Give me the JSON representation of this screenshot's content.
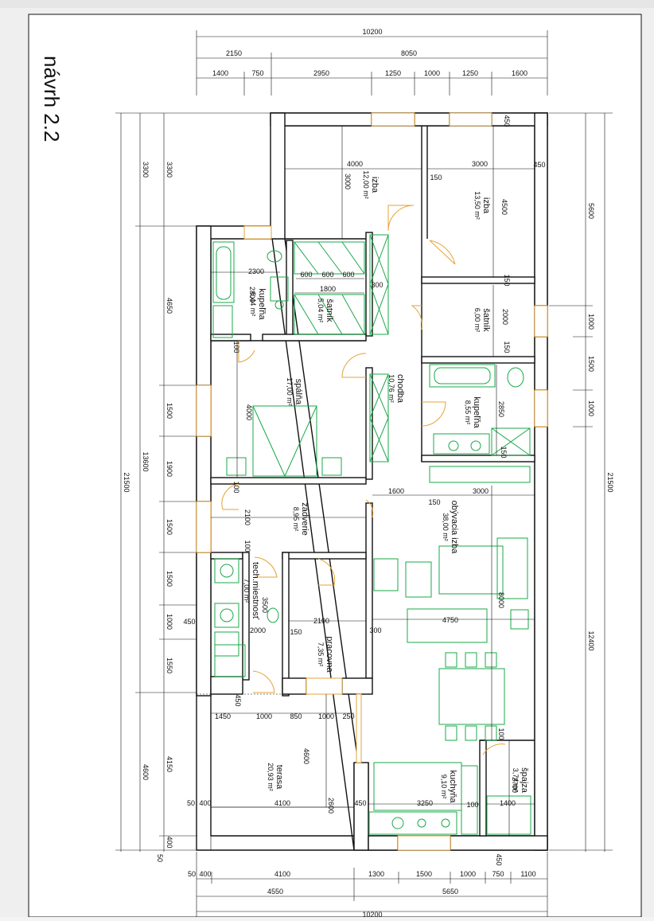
{
  "title": "návrh 2.2",
  "rooms": [
    {
      "name": "izba",
      "area": "12,00 m²"
    },
    {
      "name": "izba",
      "area": "13,50 m²"
    },
    {
      "name": "kupeľňa",
      "area": "6,44 m²"
    },
    {
      "name": "šatník",
      "area": "5,04 m²"
    },
    {
      "name": "šatník",
      "area": "6,00 m²"
    },
    {
      "name": "chodba",
      "area": "10,76 m²"
    },
    {
      "name": "kupeľňa",
      "area": "8,55 m²"
    },
    {
      "name": "spálňa",
      "area": "17,00 m²"
    },
    {
      "name": "zádverie",
      "area": "8,95 m²"
    },
    {
      "name": "obývacia izba",
      "area": "38,00 m²"
    },
    {
      "name": "tech.miestnosť",
      "area": "7,00 m²"
    },
    {
      "name": "pracovna",
      "area": "7,35 m²"
    },
    {
      "name": "terasa",
      "area": "20,93 m²"
    },
    {
      "name": "kuchyňa",
      "area": "9,10 m²"
    },
    {
      "name": "špajza",
      "area": "3,74 m²"
    }
  ],
  "dims": {
    "top_total": "10200",
    "top_row2": [
      "2150",
      "8050"
    ],
    "top_row3": [
      "1400",
      "750",
      "2950",
      "1250",
      "1000",
      "1250",
      "1600"
    ],
    "bottom_row1": [
      "50",
      "400",
      "4100",
      "1300",
      "1500",
      "1000",
      "750",
      "1100"
    ],
    "bottom_row2": [
      "4550",
      "5650"
    ],
    "bottom_total": "10200",
    "left_total": "21500",
    "left_mid": [
      "3300",
      "13600",
      "4600"
    ],
    "left_inner": [
      "3300",
      "4650",
      "1500",
      "1900",
      "1500",
      "1500",
      "1000",
      "1550",
      "4150",
      "400",
      "50"
    ],
    "right_total": "21500",
    "right_mid": [
      "5600",
      "12400"
    ],
    "right_inner": [
      "1000",
      "1500",
      "1000"
    ],
    "interior": {
      "izba1_w": "4000",
      "izba1_h": "3000",
      "izba2_w": "3000",
      "izba2_h": "4500",
      "d450a": "450",
      "d450b": "450",
      "d150a": "150",
      "kup1_w": "2300",
      "kup1_h": "2800",
      "sat_w": "1800",
      "sat_600": [
        "600",
        "600",
        "600"
      ],
      "d300a": "300",
      "sat2_h": "2000",
      "d150b": "150",
      "d150c": "150",
      "kup2_h": "2850",
      "d150d": "150",
      "d100a": "100",
      "spal_h": "4000",
      "d100b": "100",
      "d1600": "1600",
      "d150e": "150",
      "d3000": "3000",
      "zad_h": "2100",
      "d100c": "100",
      "d8000": "8000",
      "tech_h": "3500",
      "d4750": "4750",
      "prac_w": "2100",
      "d150f": "150",
      "d300b": "300",
      "d2000": "2000",
      "d450c": "450",
      "d450d": "450",
      "ter": [
        "1450",
        "1000",
        "850",
        "1000",
        "250"
      ],
      "d4600": "4600",
      "d100d": "100",
      "d2700": "2700",
      "d4100": "4100",
      "d2600": "2600",
      "d450e": "450",
      "d3250": "3250",
      "d100e": "100",
      "d1400": "1400",
      "d50": "50",
      "d400": "400",
      "d450f": "450"
    }
  }
}
